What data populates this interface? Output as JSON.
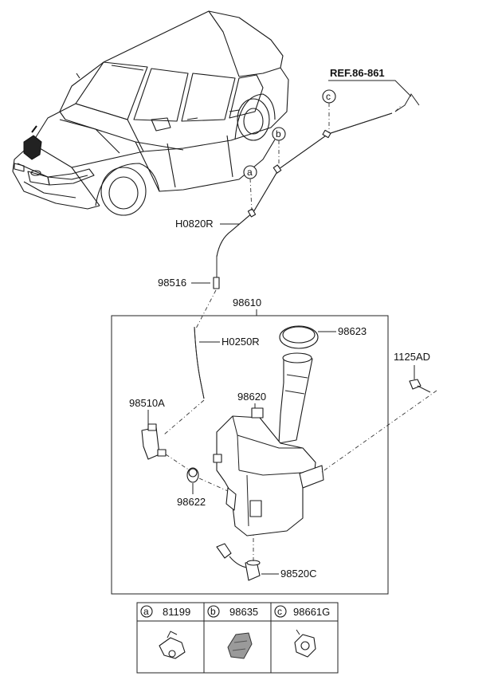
{
  "ref_label": "REF.86-861",
  "callouts": {
    "a": "a",
    "b": "b",
    "c": "c"
  },
  "parts": {
    "hose_long": "H0820R",
    "connector": "98516",
    "assembly": "98610",
    "hose_short": "H0250R",
    "cap": "98623",
    "bolt": "1125AD",
    "motor": "98510A",
    "reservoir": "98620",
    "grommet": "98622",
    "sensor": "98520C"
  },
  "legend": [
    {
      "letter": "a",
      "part": "81199"
    },
    {
      "letter": "b",
      "part": "98635"
    },
    {
      "letter": "c",
      "part": "98661G"
    }
  ]
}
